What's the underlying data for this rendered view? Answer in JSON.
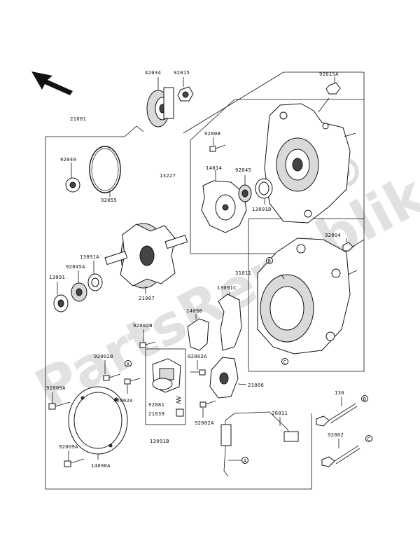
{
  "diagram": {
    "watermark": "PartsRepublik",
    "part_labels": {
      "p42034": "42034",
      "p92015": "92015",
      "p92015A": "92015A",
      "p21001": "21001",
      "p92008": "92008",
      "p13227": "13227",
      "p14014": "14014",
      "p92045": "92045",
      "p13091D": "13091D",
      "p92049": "92049",
      "p92055": "92055",
      "p92004": "92004",
      "p13091A": "13091A",
      "p92045A": "92045A",
      "p13091": "13091",
      "p31011": "31011",
      "p21007": "21007",
      "p14090": "14090",
      "p13091C": "13091C",
      "p92002B_a": "92002B",
      "p92002B_b": "92002B",
      "p92002A_right": "92002A",
      "p92009A": "92009A",
      "p92002A_mid": "92002A",
      "p92081": "92081",
      "p21039": "21039",
      "p21066": "21066",
      "p92002A_low": "92002A",
      "p26011": "26011",
      "p130": "130",
      "p92002": "92002",
      "p92009A_low": "92009A",
      "p14090A": "14090A",
      "p13091B": "13091B"
    },
    "callouts": {
      "a1": "A",
      "a2": "A",
      "b1": "B",
      "b2": "B",
      "c1": "C",
      "c2": "C"
    }
  }
}
